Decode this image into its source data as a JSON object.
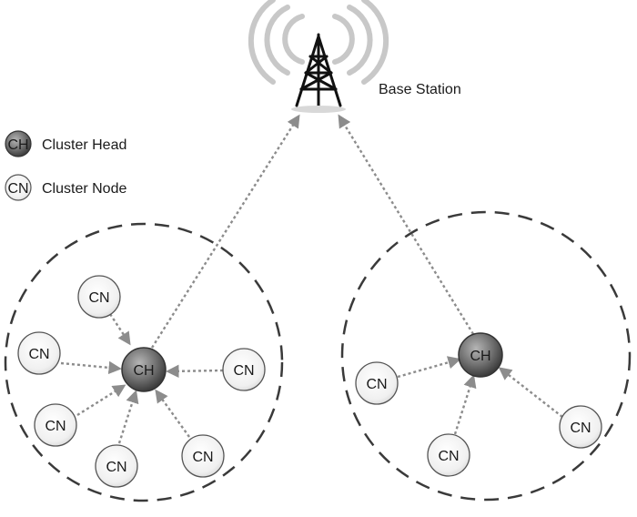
{
  "base_station": {
    "label": "Base Station",
    "icon": "radio-tower-icon"
  },
  "legend": {
    "items": [
      {
        "symbol": "CH",
        "label": "Cluster Head",
        "role": "cluster-head"
      },
      {
        "symbol": "CN",
        "label": "Cluster Node",
        "role": "cluster-node"
      }
    ]
  },
  "node_labels": {
    "cluster_head": "CH",
    "cluster_node": "CN"
  },
  "colors": {
    "cluster_head_fill": "#6f6f6f",
    "cluster_node_fill": "#f2f2f2",
    "boundary": "#3a3a3a",
    "arrow": "#8c8c8c"
  },
  "clusters": [
    {
      "name": "left-cluster",
      "member_count": 6
    },
    {
      "name": "right-cluster",
      "member_count": 3
    }
  ]
}
